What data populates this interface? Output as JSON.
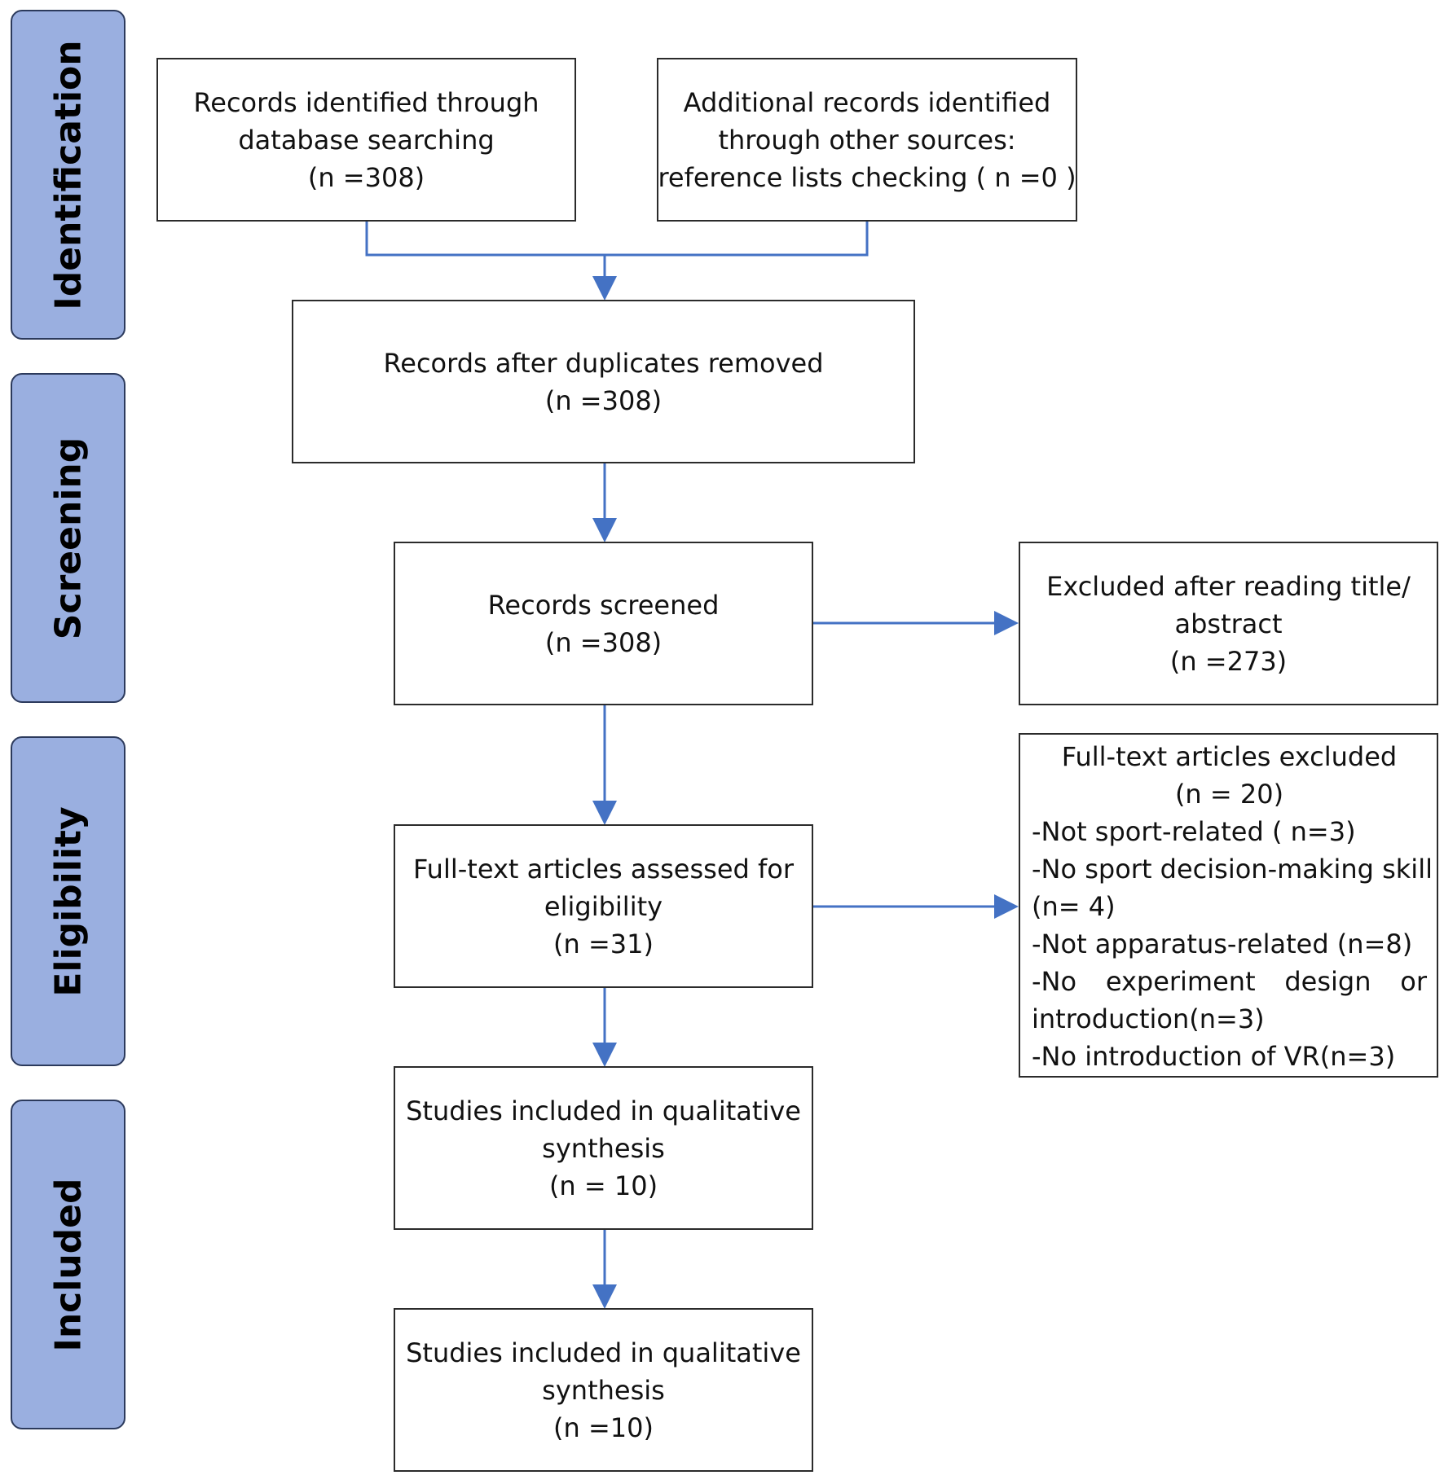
{
  "phases": {
    "identification": "Identification",
    "screening": "Screening",
    "eligibility": "Eligibility",
    "included": "Included"
  },
  "boxes": {
    "database": [
      "Records identified through",
      "database searching",
      "(n =308)"
    ],
    "other_sources": [
      "Additional records identified",
      "through other sources:",
      "reference lists checking ( n =0 )"
    ],
    "duplicates_removed": [
      "Records after duplicates removed",
      "(n =308)"
    ],
    "screened": [
      "Records screened",
      "(n =308)"
    ],
    "excluded_title": [
      "Excluded after reading title/",
      "abstract",
      "(n =273)"
    ],
    "fulltext_assessed": [
      "Full-text articles assessed for",
      "eligibility",
      "(n =31)"
    ],
    "fulltext_excluded": {
      "heading": [
        "Full-text articles excluded",
        "(n = 20)"
      ],
      "reasons": [
        "-Not sport-related ( n=3)",
        "-No sport decision-making skill",
        "(n= 4)",
        "-Not apparatus-related (n=8)",
        "-No experiment design or",
        "introduction(n=3)",
        "-No introduction of VR(n=3)"
      ]
    },
    "qualitative_1": [
      "Studies included in qualitative",
      "synthesis",
      "(n = 10)"
    ],
    "qualitative_2": [
      "Studies included in qualitative",
      "synthesis",
      "(n =10)"
    ]
  },
  "colors": {
    "phase_fill": "#9aafe0",
    "phase_border": "#2c3a5c",
    "arrow": "#4472c4",
    "box_border": "#2b2b2b"
  }
}
